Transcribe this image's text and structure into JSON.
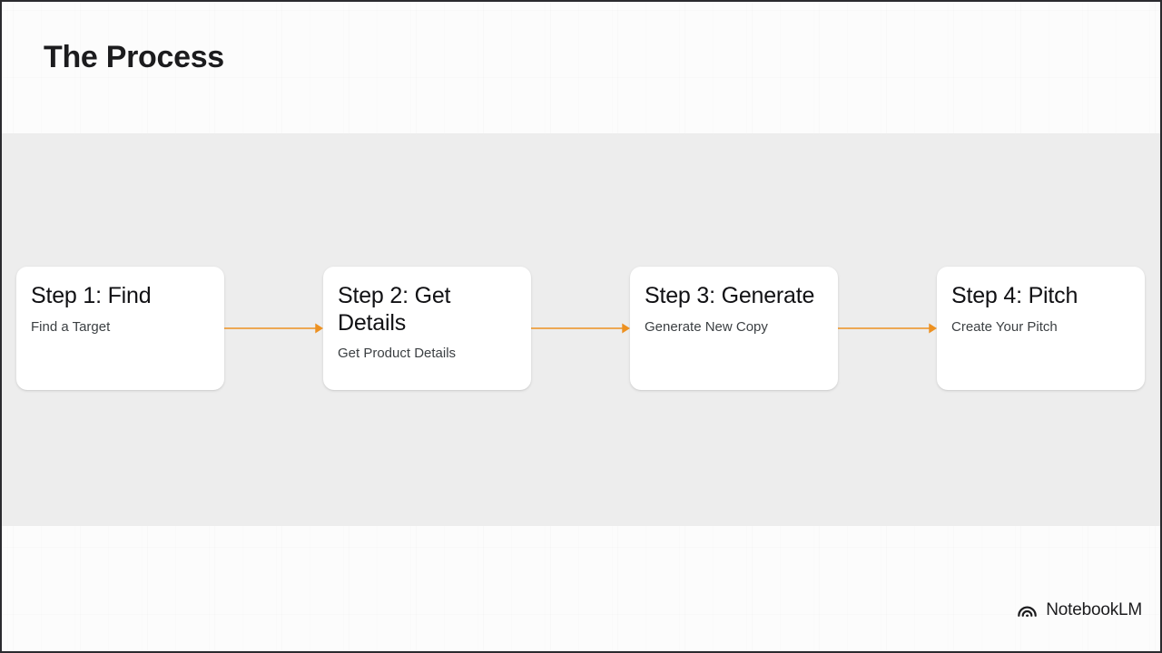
{
  "slide": {
    "title": "The Process",
    "background_color": "#fcfcfc",
    "band_color": "#ededed",
    "accent_color": "#ed9121",
    "title_color": "#1c1c1e"
  },
  "steps": [
    {
      "title": "Step 1: Find",
      "subtitle": "Find a Target"
    },
    {
      "title": "Step 2: Get Details",
      "subtitle": "Get Product Details"
    },
    {
      "title": "Step 3: Generate",
      "subtitle": "Generate New Copy"
    },
    {
      "title": "Step 4: Pitch",
      "subtitle": "Create Your Pitch"
    }
  ],
  "connectors": [
    {
      "name": "arrow-step1-to-step2"
    },
    {
      "name": "arrow-step2-to-step3"
    },
    {
      "name": "arrow-step3-to-step4"
    }
  ],
  "footer": {
    "brand": "NotebookLM",
    "icon": "notebooklm-arc-icon"
  }
}
